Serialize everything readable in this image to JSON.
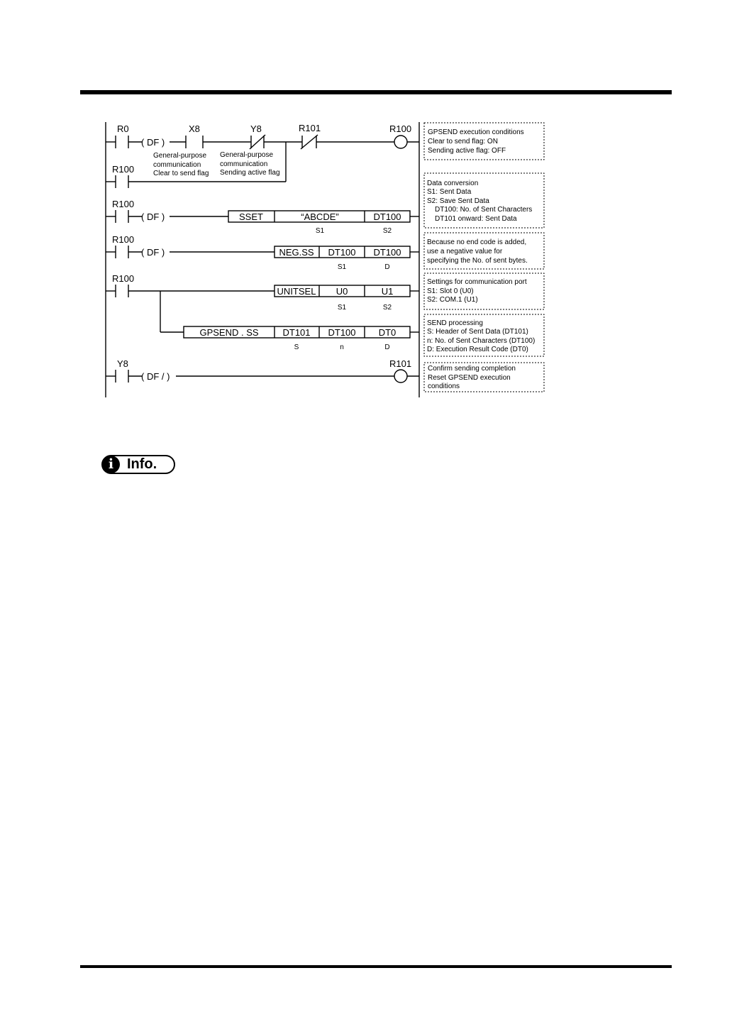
{
  "rungs": {
    "r1": {
      "contact_r0": "R0",
      "df": "( DF )",
      "contact_x8": "X8",
      "contact_y8": "Y8",
      "contact_r101": "R101",
      "coil": "R100",
      "x8_comment": [
        "General-purpose",
        "communication",
        "Clear to send flag"
      ],
      "y8_comment": [
        "General-purpose",
        "communication",
        "Sending active flag"
      ],
      "contact_r100_hold": "R100"
    },
    "r2": {
      "contact": "R100",
      "df": "( DF )",
      "cells": [
        "SSET",
        "“ABCDE”",
        "DT100"
      ],
      "operands": [
        "S1",
        "S2"
      ]
    },
    "r3": {
      "contact": "R100",
      "df": "( DF )",
      "cells": [
        "NEG.SS",
        "DT100",
        "DT100"
      ],
      "operands": [
        "S1",
        "D"
      ]
    },
    "r4": {
      "contact": "R100",
      "cells": [
        "UNITSEL",
        "U0",
        "U1"
      ],
      "operands": [
        "S1",
        "S2"
      ]
    },
    "r5": {
      "cells": [
        "GPSEND . SS",
        "DT101",
        "DT100",
        "DT0"
      ],
      "operands": [
        "S",
        "n",
        "D"
      ]
    },
    "r6": {
      "contact": "Y8",
      "df": "( DF / )",
      "coil": "R101"
    }
  },
  "notes": [
    [
      "GPSEND execution conditions",
      "Clear to send flag: ON",
      "Sending active flag: OFF"
    ],
    [
      "Data conversion",
      "S1: Sent Data",
      "S2: Save Sent Data",
      "DT100: No. of Sent Characters",
      "DT101 onward: Sent Data"
    ],
    [
      "Because no end code is added,",
      "use a negative value for",
      "specifying the No. of sent bytes."
    ],
    [
      "Settings for communication port",
      "S1: Slot 0 (U0)",
      "S2: COM.1 (U1)"
    ],
    [
      "SEND processing",
      "S: Header of Sent Data (DT101)",
      "n: No. of Sent Characters (DT100)",
      "D: Execution Result Code (DT0)"
    ],
    [
      "Confirm sending completion",
      "Reset GPSEND execution",
      "conditions"
    ]
  ],
  "info": {
    "icon": "info-icon",
    "label": "Info."
  }
}
